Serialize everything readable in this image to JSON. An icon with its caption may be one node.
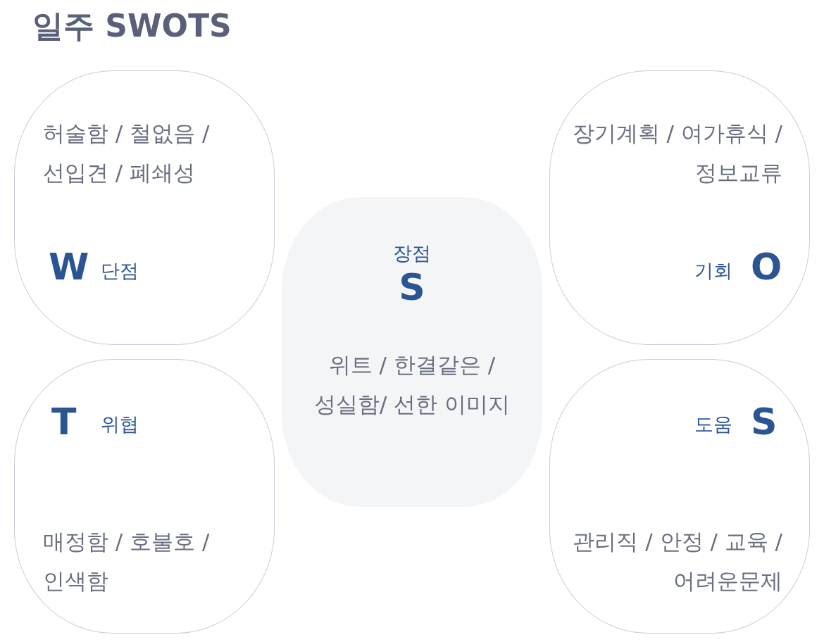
{
  "diagram": {
    "title": "일주 SWOTS",
    "nodes": [
      {
        "text": [
          "허술함 / 철없음 / 선입견 / 폐쇄성",
          "W",
          "단점"
        ]
      },
      {
        "text": [
          "장기계획 / 여가휴식 / 정보교류",
          "기회",
          "O"
        ]
      },
      {
        "text": [
          "장점",
          "S",
          "위트 / 한결같은 / 성실함/ 선한 이미지"
        ]
      },
      {
        "text": [
          "T",
          "위협",
          "매정함 / 호불호 / 인색함"
        ]
      },
      {
        "text": [
          "도움",
          "S",
          "관리직 / 안정 / 교육 / 어려운문제"
        ]
      }
    ]
  }
}
